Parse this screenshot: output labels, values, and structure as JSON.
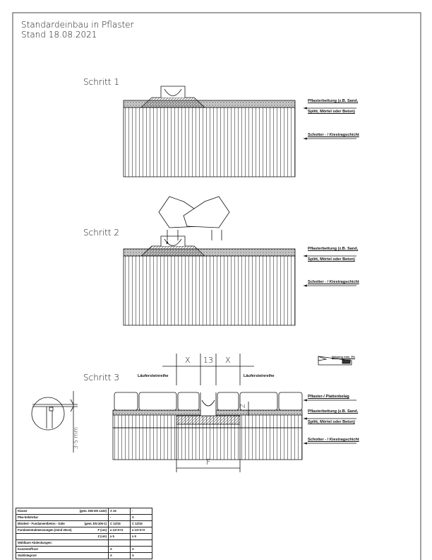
{
  "header": {
    "title": "Standardeinbau in Pflaster",
    "date": "Stand 18.08.2021"
  },
  "steps": [
    {
      "label": "Schritt 1",
      "layers": [
        "Pflasterbettung (z.B. Sand,",
        "Splitt, Mörtel oder Beton)",
        "Schotter - / Kiestragschicht"
      ]
    },
    {
      "label": "Schritt 2",
      "layers": [
        "Pflasterbettung (z.B. Sand,",
        "Splitt, Mörtel oder Beton)",
        "Schotter - / Kiestragschicht"
      ]
    },
    {
      "label": "Schritt 3",
      "layers": [
        "Pflaster-/ Plattenbelag",
        "Pflasterbettung (z.B. Sand,",
        "Splitt, Mörtel oder Beton)",
        "Schotter - / Kiestragschicht"
      ],
      "runner_left": "Läufersteinreihe",
      "runner_right": "Läufersteinreihe",
      "dims": {
        "x": "X",
        "width": "13",
        "z": "Z",
        "f": "F"
      },
      "slope": "Neigung max. 5%"
    }
  ],
  "detail": {
    "gap": "3-5 mm"
  },
  "table": {
    "rows": [
      [
        "Klasse",
        "(gem. DIN EN 1433)",
        "A 15",
        "-"
      ],
      [
        "Pkw-befahrbar",
        "",
        "-",
        "X"
      ],
      [
        "Mindest - Fundamentbeton - Güte",
        "(gem. EN 206-1)",
        "C 12/15",
        "C 12/15"
      ],
      [
        "Fundamentabmessungen (mind 20cm)",
        "F (cm)",
        "≥ 13+X+X",
        "≥ 13+X+X"
      ],
      [
        "",
        "Z (cm)",
        "≥ 5",
        "≥ 5"
      ],
      [
        "Wählbare Abdeckungen:",
        "",
        "",
        ""
      ],
      [
        "Kunststoffrost",
        "",
        "X",
        "X"
      ],
      [
        "Stahlstegrost",
        "",
        "X",
        "X"
      ]
    ]
  }
}
